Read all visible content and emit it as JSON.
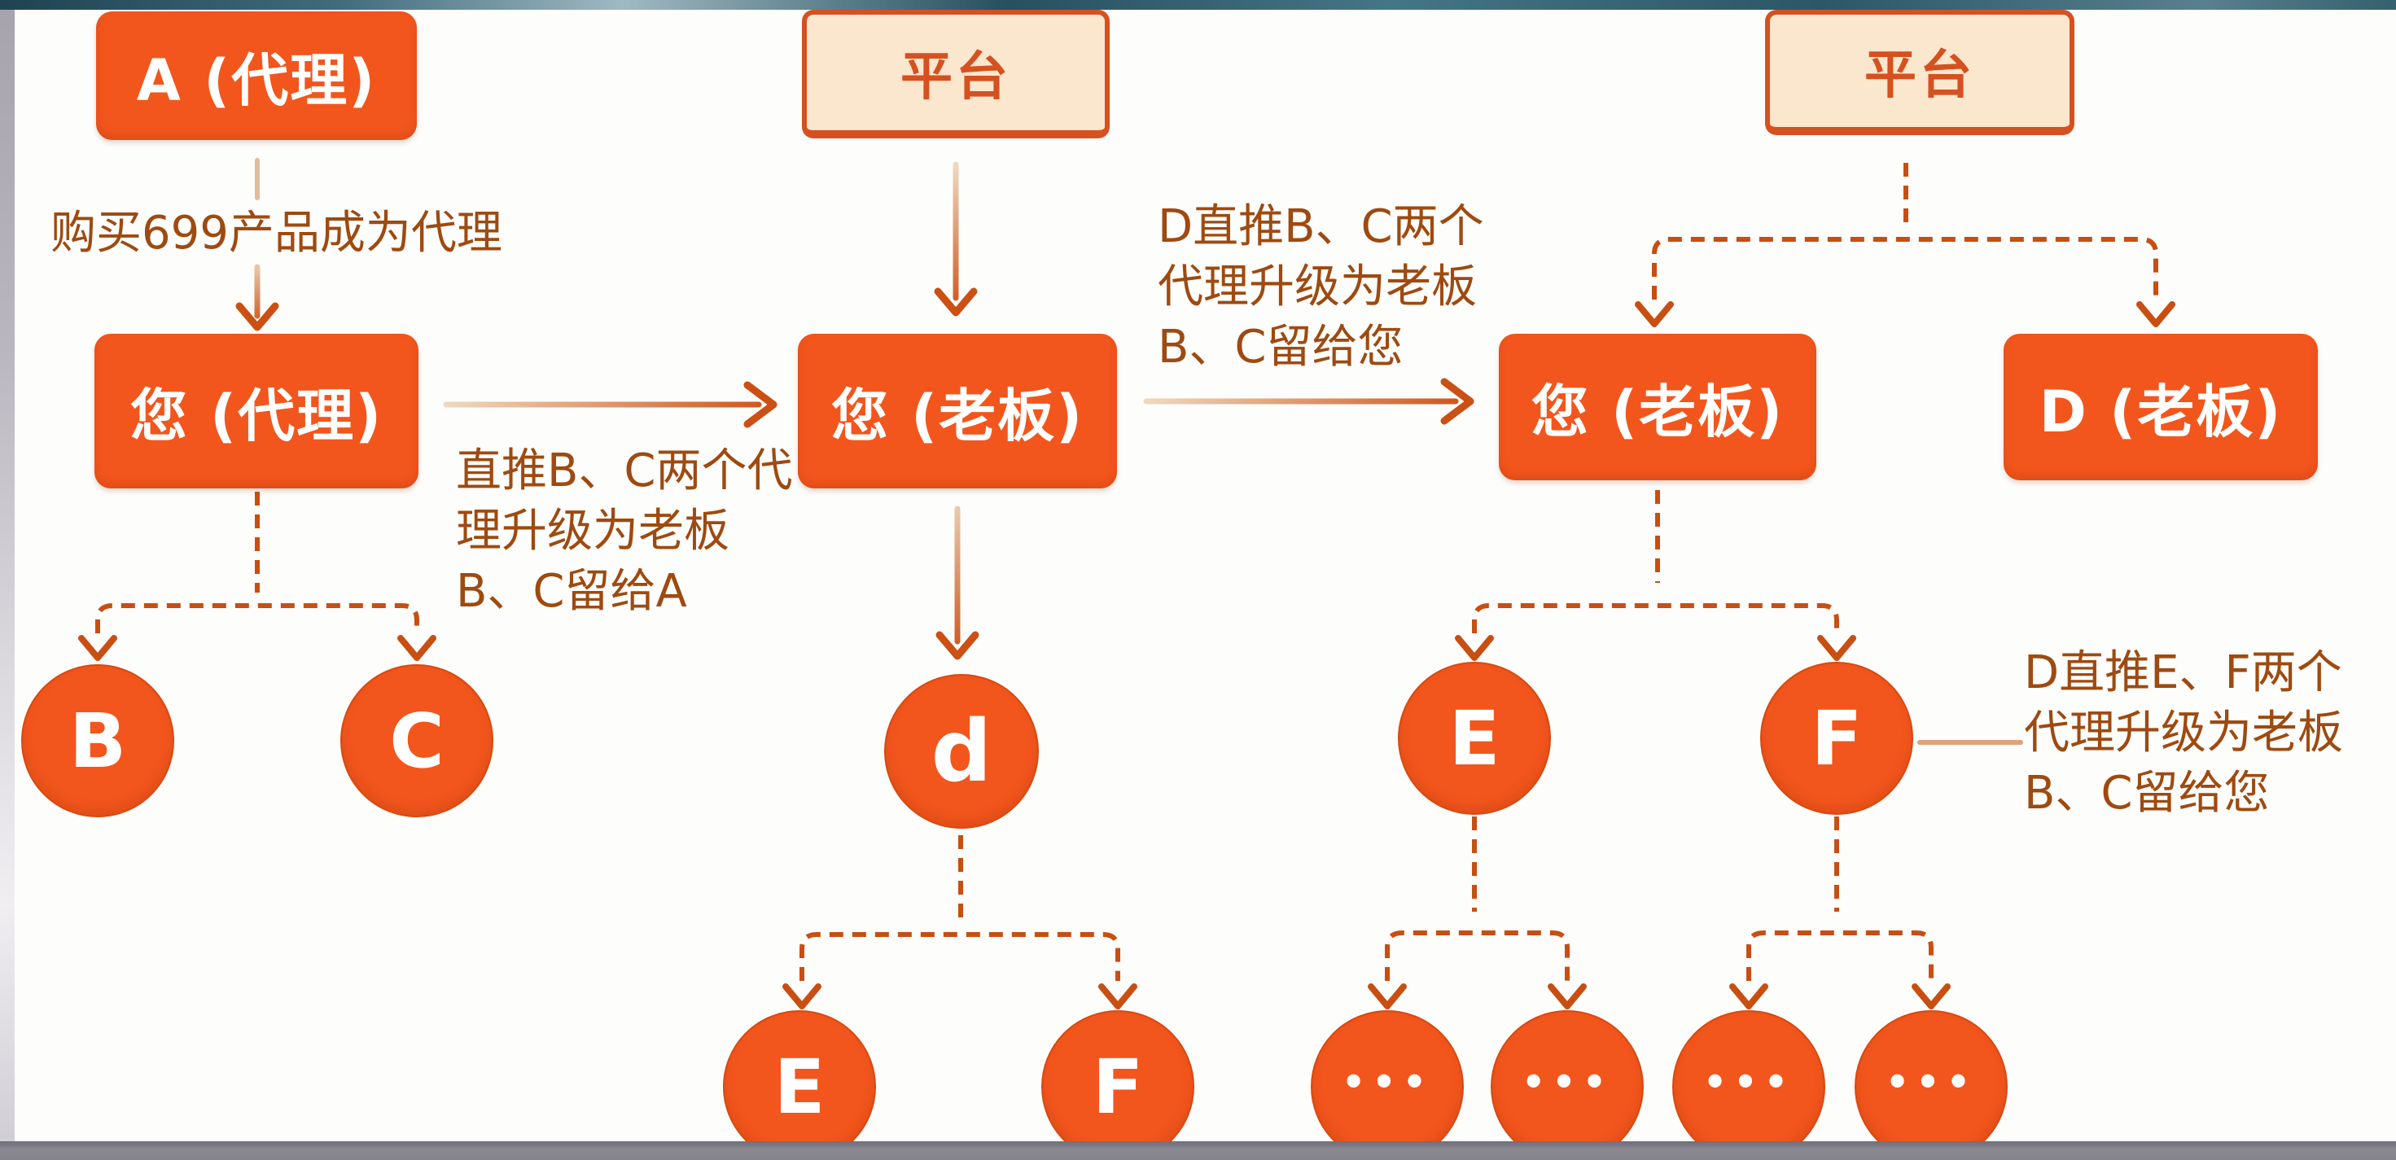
{
  "colors": {
    "node_fill": "#f2561d",
    "platform_fill": "#fbe6ce",
    "outline_orange": "#d5511f",
    "connector": "#c84e12",
    "annotation_text": "#9e4a10"
  },
  "nodes": {
    "a_agent": "A (代理)",
    "you_agent": "您 (代理)",
    "platform1": "平台",
    "you_boss1": "您 (老板)",
    "platform2": "平台",
    "you_boss2": "您 (老板)",
    "d_boss": "D (老板)",
    "circle_b": "B",
    "circle_c": "C",
    "circle_d": "d",
    "circle_e_mid": "E",
    "circle_f_mid": "F",
    "circle_e_right": "E",
    "circle_f_right": "F",
    "dots": "•••"
  },
  "annotations": {
    "buy": "购买699产品成为代理",
    "promote_a": "直推B、C两个代\n理升级为老板\nB、C留给A",
    "promote_d": "D直推B、C两个\n代理升级为老板\nB、C留给您",
    "promote_ef": "D直推E、F两个\n代理升级为老板\nB、C留给您"
  }
}
